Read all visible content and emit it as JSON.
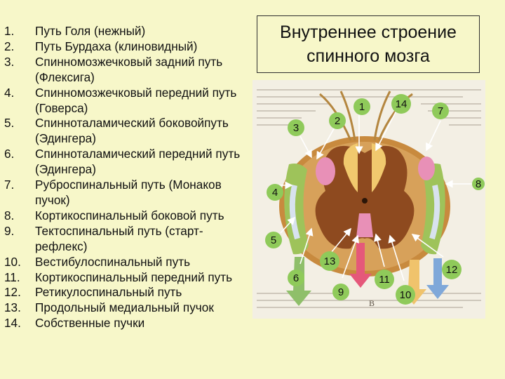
{
  "title": {
    "line1": "Внутреннее строение",
    "line2": "спинного мозга"
  },
  "legend": [
    {
      "num": "1.",
      "text": "Путь Голя (нежный)"
    },
    {
      "num": "2.",
      "text": "Путь Бурдаха (клиновидный)"
    },
    {
      "num": "3.",
      "text": "Спинномозжечковый задний путь (Флексига)"
    },
    {
      "num": "4.",
      "text": "Спинномозжечковый передний путь (Говерса)"
    },
    {
      "num": "5.",
      "text": "Спинноталамический боковойпуть (Эдингера)"
    },
    {
      "num": "6.",
      "text": "Спинноталамический передний путь (Эдингера)"
    },
    {
      "num": "7.",
      "text": "Руброспинальный путь (Монаков пучок)"
    },
    {
      "num": "8.",
      "text": "Кортикоспинальный боковой путь"
    },
    {
      "num": "9.",
      "text": "Тектоспинальный путь (старт-рефлекс)"
    },
    {
      "num": "10.",
      "text": "Вестибулоспинальный путь"
    },
    {
      "num": "11.",
      "text": "Кортикоспинальный передний путь"
    },
    {
      "num": "12.",
      "text": "Ретикулоспинальный путь"
    },
    {
      "num": "13.",
      "text": "Продольный медиальный пучок"
    },
    {
      "num": "14.",
      "text": "Собственные пучки"
    }
  ],
  "figure": {
    "callouts": [
      "1",
      "2",
      "3",
      "4",
      "5",
      "6",
      "7",
      "8",
      "9",
      "10",
      "11",
      "12",
      "13",
      "14"
    ],
    "inner_label": "В"
  }
}
